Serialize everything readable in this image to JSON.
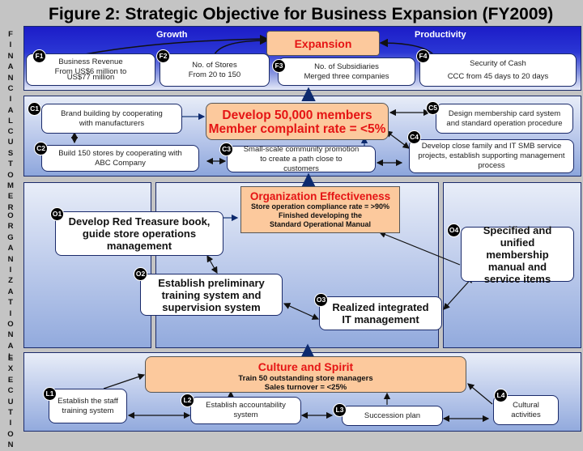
{
  "title": "Figure 2: Strategic Objective for Business Expansion (FY2009)",
  "side_labels": {
    "financial": "FINANCIAL",
    "customer": "CUSTOMER",
    "organizational": "ORGANIZATIONAL",
    "execution": "EXECUTION"
  },
  "financial": {
    "growth_header": "Growth",
    "productivity_header": "Productivity",
    "goal": "Expansion",
    "items": [
      {
        "badge": "F1",
        "line1": "Business Revenue",
        "line2": "From US$6 million to",
        "line3": "US$77 million"
      },
      {
        "badge": "F2",
        "line1": "No. of Stores",
        "line2": "From 20 to 150"
      },
      {
        "badge": "F3",
        "line1": "No. of Subsidiaries",
        "line2": "Merged three companies"
      },
      {
        "badge": "F4",
        "line1": "Security of Cash",
        "line2": "CCC from 45 days to 20 days"
      }
    ]
  },
  "customer": {
    "goal_line1": "Develop 50,000 members",
    "goal_line2": "Member complaint rate = <5%",
    "items": [
      {
        "badge": "C1",
        "text": "Brand building by cooperating with manufacturers"
      },
      {
        "badge": "C2",
        "text": "Build 150 stores by cooperating with ABC Company"
      },
      {
        "badge": "C3",
        "text": "Small-scale community promotion to create a path close to customers"
      },
      {
        "badge": "C4",
        "text": "Develop close family and IT SMB service projects, establish supporting management process"
      },
      {
        "badge": "C5",
        "text": "Design membership card system and standard operation procedure"
      }
    ]
  },
  "organizational": {
    "goal_title": "Organization Effectiveness",
    "goal_line1": "Store operation compliance rate = >90%",
    "goal_line2": "Finished developing the Standard Operational Manual",
    "items": [
      {
        "badge": "O1",
        "text": "Develop Red Treasure book, guide store operations management"
      },
      {
        "badge": "O2",
        "text": "Establish preliminary training system and supervision system"
      },
      {
        "badge": "O3",
        "text": "Realized integrated IT management"
      },
      {
        "badge": "O4",
        "text": "Specified and unified membership manual and service items"
      }
    ]
  },
  "execution": {
    "goal_title": "Culture and Spirit",
    "goal_line1": "Train 50 outstanding store managers",
    "goal_line2": "Sales turnover = <25%",
    "items": [
      {
        "badge": "L1",
        "text": "Establish the staff training system"
      },
      {
        "badge": "L2",
        "text": "Establish accountability system"
      },
      {
        "badge": "L3",
        "text": "Succession plan"
      },
      {
        "badge": "L4",
        "text": "Cultural activities"
      }
    ]
  },
  "colors": {
    "goal_fill": "#fcc99d",
    "goal_text": "#e51414",
    "financial_band": "#1c1cc8",
    "panel_border": "#1a2a6a"
  }
}
